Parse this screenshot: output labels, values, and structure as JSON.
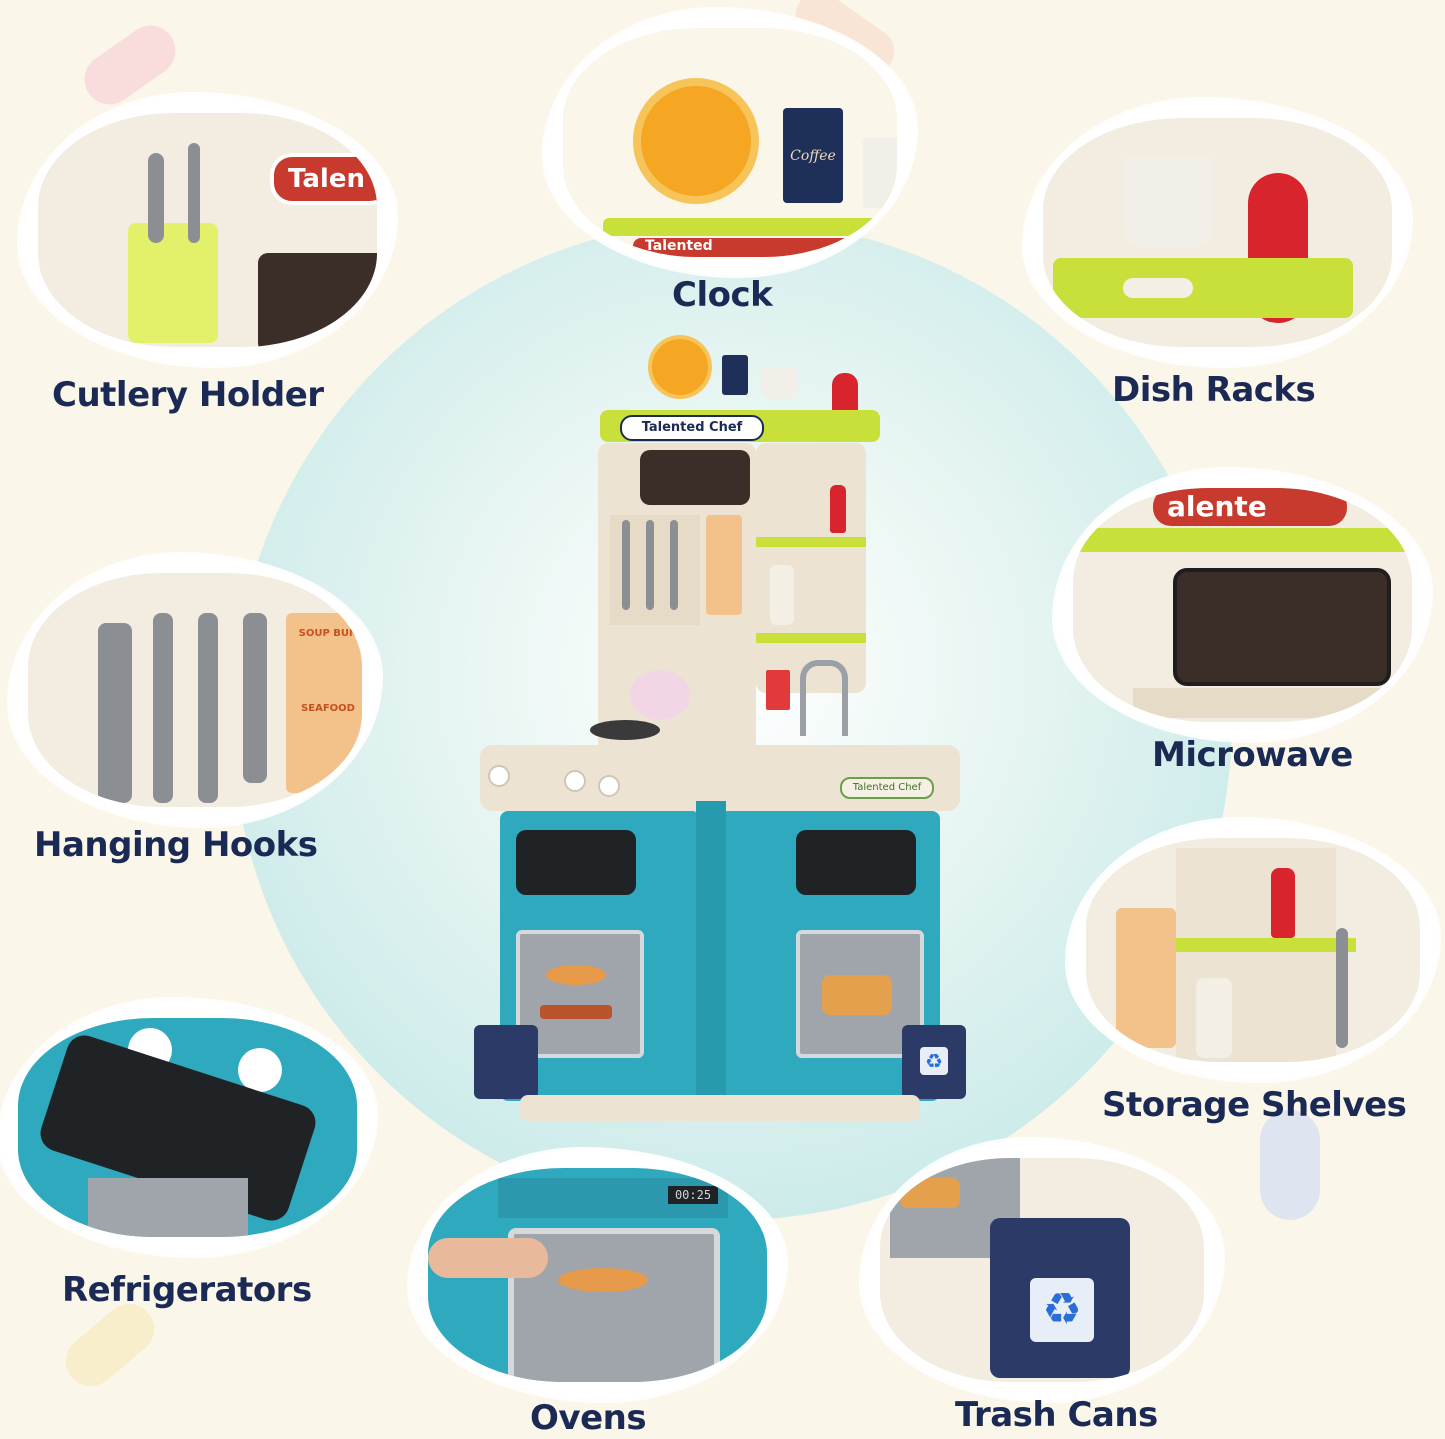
{
  "features": {
    "clock": "Clock",
    "cutlery_holder": "Cutlery Holder",
    "dish_racks": "Dish Racks",
    "hanging_hooks": "Hanging Hooks",
    "microwave": "Microwave",
    "storage_shelves": "Storage Shelves",
    "refrigerators": "Refrigerators",
    "ovens": "Ovens",
    "trash_cans": "Trash Cans"
  },
  "product": {
    "brand_sign": "Talented Chef",
    "brand_sign_partial": "Talen",
    "microwave_sign_partial": "alente",
    "clock_sign_partial": "Talented",
    "coffee_text": "Coffee",
    "soup_bun": "SOUP BUN",
    "seafood": "SEAFOOD",
    "oven_time": "00:25"
  },
  "colors": {
    "background": "#fbf6ea",
    "teal": "#2fa9be",
    "lime": "#c9e03a",
    "navy": "#1b2a55",
    "beige": "#ece3d2"
  }
}
